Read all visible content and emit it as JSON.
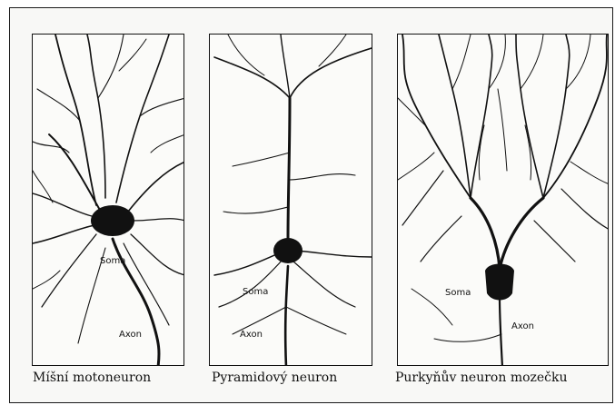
{
  "panels": [
    {
      "caption": "Míšní motoneuron",
      "soma_label": "Soma",
      "axon_label": "Axon"
    },
    {
      "caption": "Pyramidový neuron",
      "soma_label": "Soma",
      "axon_label": "Axon"
    },
    {
      "caption": "Purkyňův neuron mozečku",
      "soma_label": "Soma",
      "axon_label": "Axon"
    }
  ]
}
